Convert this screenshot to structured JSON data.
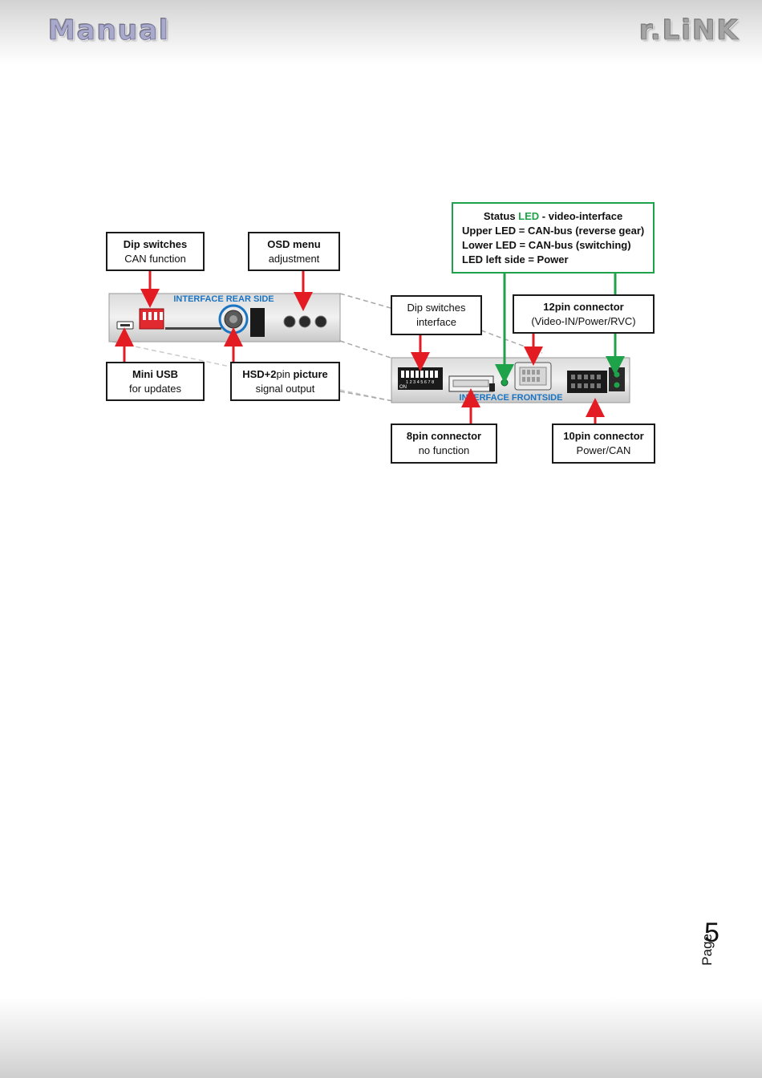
{
  "header": {
    "left_brand": "Manual",
    "right_brand": "r.LiNK"
  },
  "diagram": {
    "rear_caption": "INTERFACE REAR SIDE",
    "front_caption": "INTERFACE FRONTSIDE",
    "dip_can": {
      "line1": "Dip switches",
      "line2": "CAN function"
    },
    "osd": {
      "line1": "OSD menu",
      "line2": "adjustment"
    },
    "mini_usb": {
      "line1": "Mini USB",
      "line2": "for updates"
    },
    "hsd": {
      "line1a": "HSD+2",
      "line1b": "pin",
      "line1c": " picture",
      "line2": "signal output"
    },
    "dip_interface": {
      "line1": "Dip switches",
      "line2": "interface"
    },
    "pin12": {
      "line1": "12pin connector",
      "line2": "(Video-IN/Power/RVC)"
    },
    "pin8": {
      "line1": "8pin connector",
      "line2": "no function"
    },
    "pin10": {
      "line1": "10pin connector",
      "line2": "Power/CAN"
    },
    "status": {
      "title_a": "Status ",
      "title_led": "LED",
      "title_b": " - video-interface",
      "line2": "Upper LED = CAN-bus (reverse gear)",
      "line3": "Lower LED = CAN-bus (switching)",
      "line4": "LED left side = Power"
    },
    "dip_front_on": "ON",
    "dip_front_digits": "1 2 3 4 5 6 7 8",
    "colors": {
      "arrow_red": "#e31b23",
      "led_green": "#1fa34a",
      "caption_blue": "#1b74c2"
    }
  },
  "footer": {
    "page_word": "Page",
    "page_number": "5"
  }
}
